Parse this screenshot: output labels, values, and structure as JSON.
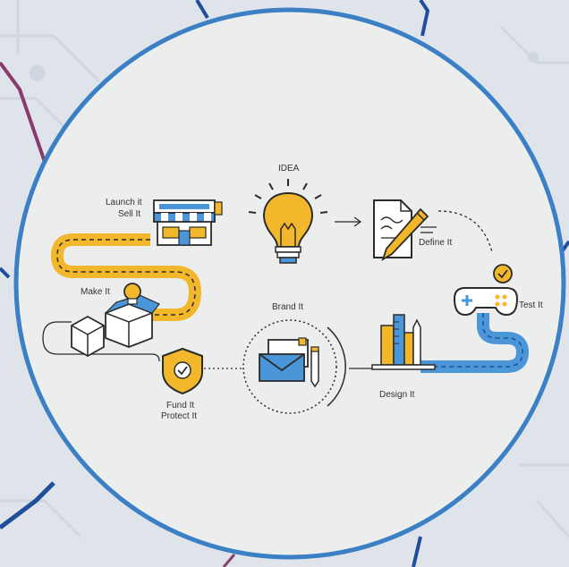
{
  "labels": {
    "idea": "IDEA",
    "define": "Define It",
    "test": "Test It",
    "design": "Design It",
    "brand": "Brand It",
    "fund_line1": "Fund It",
    "fund_line2": "Protect It",
    "make": "Make It",
    "launch_line1": "Launch it",
    "launch_line2": "Sell It"
  },
  "colors": {
    "background": "#dfe3ea",
    "circle_fill": "#eceded",
    "circle_ring": "#3b7fc4",
    "yellow": "#f3b72b",
    "blue": "#4a96d8",
    "dark_blue": "#1f4f9a",
    "ink": "#2b2b2b"
  },
  "icons": [
    "lightbulb-icon",
    "document-pen-icon",
    "gamepad-icon",
    "chart-ruler-icon",
    "envelope-icon",
    "shield-check-icon",
    "box-lightbulb-icon",
    "storefront-icon"
  ]
}
